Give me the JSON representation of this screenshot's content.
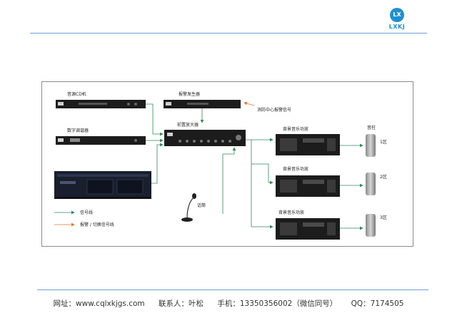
{
  "logo": {
    "mark": "LX",
    "text": "LXKJ"
  },
  "devices": {
    "cd_player": "音源CD机",
    "alarm_generator": "报警发生器",
    "digital_tuner": "数字调谐器",
    "preamp": "前置放大器",
    "fire_signal": "消防中心报警信号",
    "amp": "背景音乐功放",
    "speaker_column": "音柱",
    "mic": "话筒"
  },
  "zones": [
    "1区",
    "2区",
    "3区"
  ],
  "legend": {
    "signal_line": "信号线",
    "alarm_line": "报警 / 切换信号线"
  },
  "colors": {
    "signal": "#2e8b57",
    "alarm": "#e8742a",
    "device": "#1c1c1c",
    "rule": "#6f9fd3"
  },
  "footer": {
    "website": "网址：www.cqlxkjgs.com",
    "contact": "联系人：叶松",
    "phone": "手机：13350356002（微信同号）",
    "qq": "QQ：7174505"
  }
}
